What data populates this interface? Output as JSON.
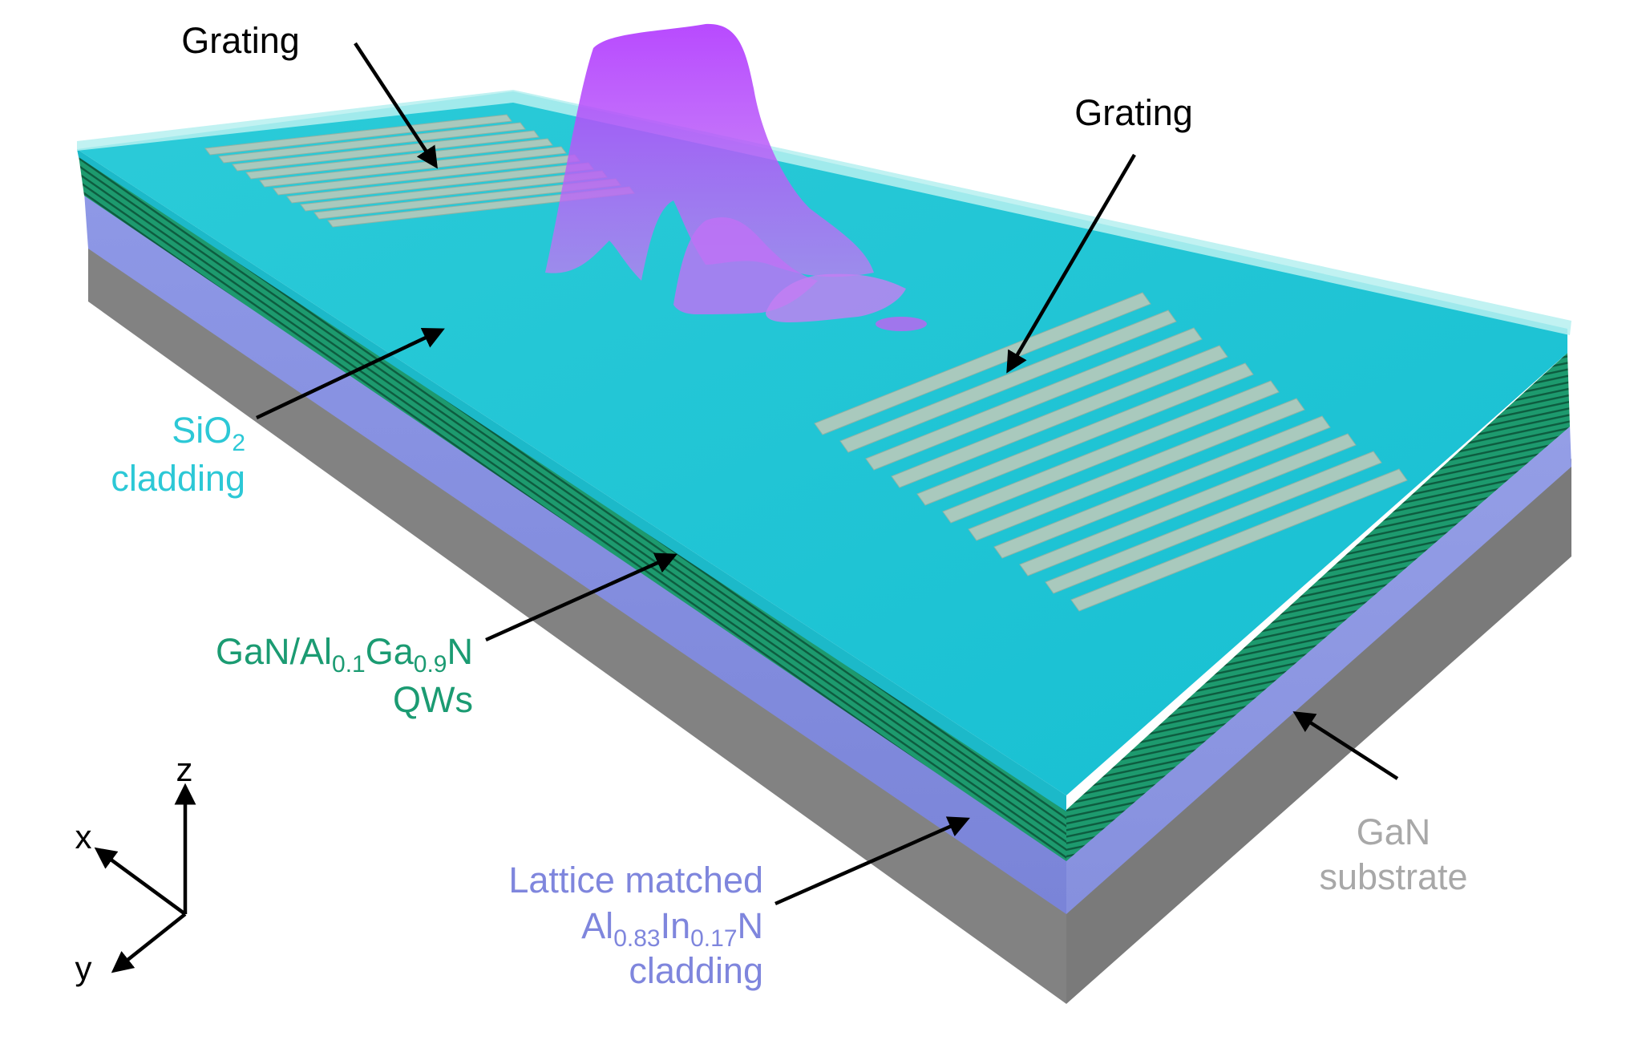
{
  "labels": {
    "grating_left": "Grating",
    "grating_right": "Grating",
    "sio2_line1_main": "SiO",
    "sio2_line1_sub": "2",
    "sio2_line2": "cladding",
    "qw_line1": {
      "a": "GaN/Al",
      "b": "0.1",
      "c": "Ga",
      "d": "0.9",
      "e": "N"
    },
    "qw_line2": "QWs",
    "alin_line1": "Lattice matched",
    "alin_line2": {
      "a": "Al",
      "b": "0.83",
      "c": "In",
      "d": "0.17",
      "e": "N"
    },
    "alin_line3": "cladding",
    "gan_line1": "GaN",
    "gan_line2": "substrate",
    "axis_x": "x",
    "axis_y": "y",
    "axis_z": "z"
  },
  "colors": {
    "sio2_top": "#1ec6d6",
    "sio2_front": "#20bccb",
    "sio2_text": "#2cc8d6",
    "qw_green": "#1d9a6e",
    "qw_dark": "#0d5c3f",
    "qw_text": "#1b9b72",
    "alin_purple": "#8893e0",
    "alin_text": "#7f86dd",
    "gan_gray": "#808080",
    "gan_text": "#a8a8a8",
    "grating": "#a9c9bd",
    "mode_purple": "#b04dff",
    "arrow": "#000000"
  }
}
